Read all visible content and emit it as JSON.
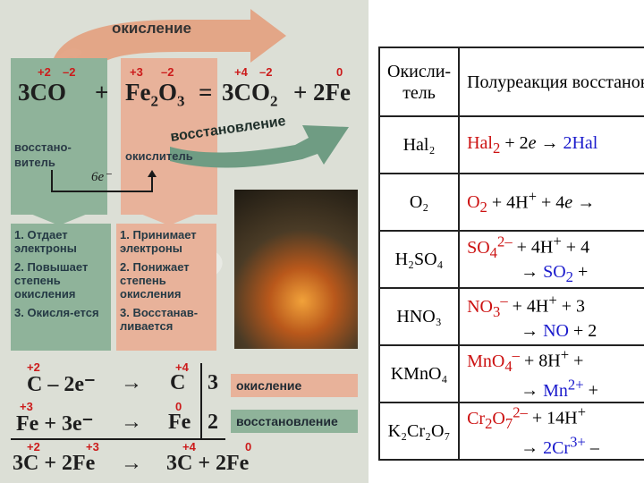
{
  "top_arrow_label": "окисление",
  "bottom_arrow_label": "восстановление",
  "equation": {
    "ox_states": [
      "+2",
      "–2",
      "+3",
      "–2",
      "+4",
      "–2",
      "0"
    ],
    "reactant1": "3CO",
    "plus1": "+",
    "reactant2_main": "Fe",
    "reactant2_sub1": "2",
    "reactant2_o": "O",
    "reactant2_sub2": "3",
    "equals": "=",
    "product1_main": "3CO",
    "product1_sub": "2",
    "plus2": "+",
    "product2": "2Fe"
  },
  "reducer_label_1": "восстано-",
  "reducer_label_2": "витель",
  "oxidizer_label": "окислитель",
  "electron_transfer": "6e⁻",
  "reducer_panel": [
    "1. Отдает электроны",
    "2. Повышает степень окисления",
    "3. Окисля-ется"
  ],
  "oxidizer_panel": [
    "1. Принимает электроны",
    "2. Понижает степень окисления",
    "3. Восстанав-ливается"
  ],
  "balance": {
    "line1_ox_left": "+2",
    "line1_ox_right": "+4",
    "line1_left": "C – 2e⁻",
    "line1_arrow": "→",
    "line1_right": "C",
    "line1_coef": "3",
    "line2_ox_left": "+3",
    "line2_ox_right": "0",
    "line2_left": "Fe + 3e⁻",
    "line2_arrow": "→",
    "line2_right": "Fe",
    "line2_coef": "2",
    "line3_ox": [
      "+2",
      "+3",
      "+4",
      "0"
    ],
    "line3_left": "3C + 2Fe",
    "line3_arrow": "→",
    "line3_right": "3C + 2Fe"
  },
  "tag_oxidation": "окисление",
  "tag_reduction": "восстановление",
  "table": {
    "header_col1": "Окисли-тель",
    "header_col2": "Полуреакция восстановления",
    "rows": [
      {
        "ox": "Hal₂"
      },
      {
        "ox": "O₂"
      },
      {
        "ox": "H₂SO₄"
      },
      {
        "ox": "HNO₃"
      },
      {
        "ox": "KMnO₄"
      },
      {
        "ox": "K₂Cr₂O₇"
      }
    ]
  },
  "colors": {
    "green": "#8fb39a",
    "pink": "#e8b29a",
    "red_text": "#cc1111",
    "blue_text": "#1a1acc"
  }
}
